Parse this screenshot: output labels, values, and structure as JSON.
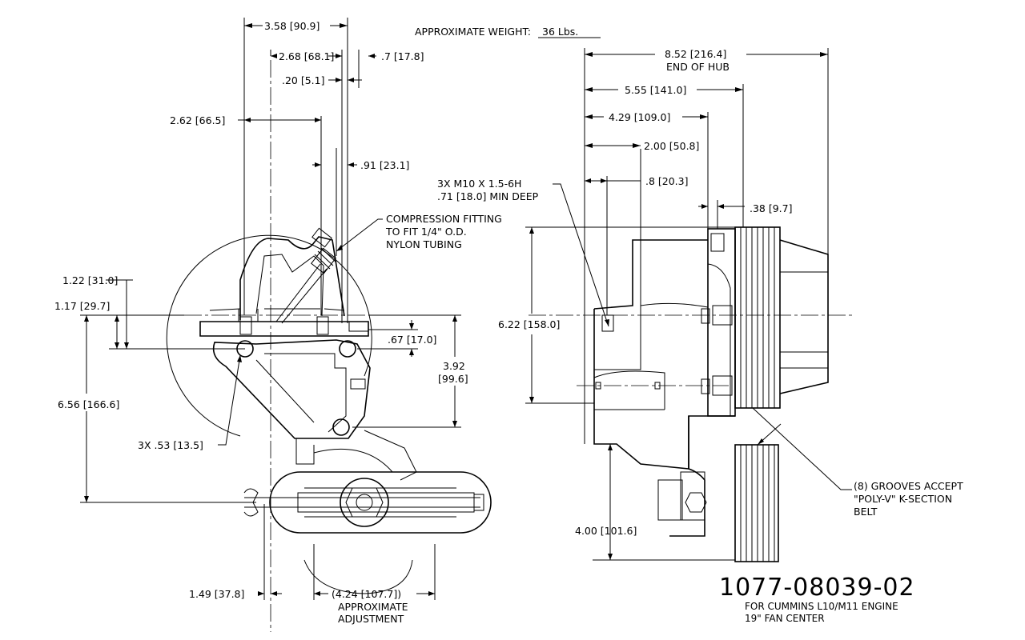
{
  "weight": {
    "label": "APPROXIMATE WEIGHT:",
    "value": "36 Lbs."
  },
  "left_view": {
    "dims": {
      "d_358": "3.58 [90.9]",
      "d_268": "2.68 [68.1]",
      "d_07": ".7 [17.8]",
      "d_020": ".20 [5.1]",
      "d_262": "2.62 [66.5]",
      "d_091": ".91 [23.1]",
      "d_122": "1.22 [31.0]",
      "d_117": "1.17 [29.7]",
      "d_067": ".67 [17.0]",
      "d_392_a": "3.92",
      "d_392_b": "[99.6]",
      "d_656": "6.56 [166.6]",
      "d_053": "3X  .53 [13.5]",
      "d_149": "1.49 [37.8]",
      "d_424": "(4.24 [107.7])"
    },
    "notes": {
      "fitting_1": "COMPRESSION FITTING",
      "fitting_2": "TO FIT 1/4\" O.D.",
      "fitting_3": "NYLON TUBING",
      "adjust_1": "APPROXIMATE",
      "adjust_2": "ADJUSTMENT"
    }
  },
  "right_view": {
    "dims": {
      "d_852": "8.52 [216.4]",
      "d_852_sub": "END OF HUB",
      "d_555": "5.55 [141.0]",
      "d_429": "4.29 [109.0]",
      "d_200": "2.00 [50.8]",
      "d_08": ".8 [20.3]",
      "d_038": ".38 [9.7]",
      "d_622": "6.22 [158.0]",
      "d_400": "4.00 [101.6]"
    },
    "notes": {
      "thread_1": "3X M10 X 1.5-6H",
      "thread_2": ".71 [18.0] MIN DEEP",
      "grooves_1": "(8) GROOVES ACCEPT",
      "grooves_2": "\"POLY-V\" K-SECTION",
      "grooves_3": "BELT"
    }
  },
  "title_block": {
    "part_number": "1077-08039-02",
    "line1": "FOR CUMMINS L10/M11 ENGINE",
    "line2": "19\" FAN CENTER"
  }
}
